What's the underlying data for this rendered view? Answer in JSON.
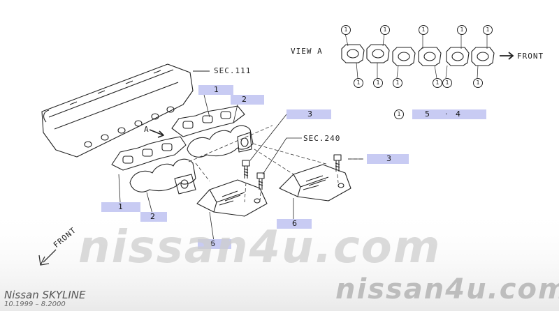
{
  "labels": {
    "view": "VIEW A",
    "front_right": "FRONT",
    "front_left": "FRONT",
    "sec111": "SEC.111",
    "sec240": "SEC.240",
    "arrow_a": "A"
  },
  "callouts": {
    "upper_gasket": "1",
    "upper_manifold": "2",
    "heat_cover_a": "3",
    "heat_cover_b": "3",
    "lower_gasket": "1",
    "lower_manifold": "2",
    "insulator_a": "6",
    "insulator_b": "6"
  },
  "legend": {
    "mark": "1",
    "left": "5",
    "sep": "·",
    "right": "4"
  },
  "view_a_marks": "1",
  "watermark": {
    "large": "nissan4u.com",
    "small": "nissan4u.com"
  },
  "footer": {
    "model": "Nissan SKYLINE",
    "dates": "10.1999 – 8.2000"
  }
}
